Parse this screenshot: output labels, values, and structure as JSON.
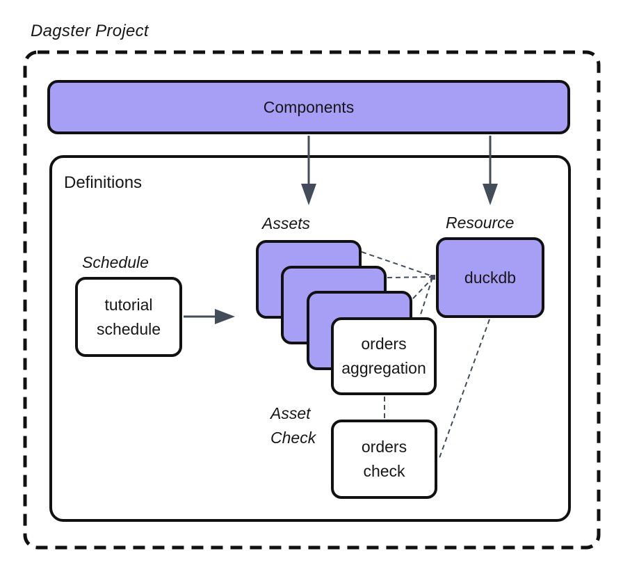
{
  "colors": {
    "purple": "#a79ef5",
    "outline": "#111111",
    "connector": "#434c59",
    "text": "#161616"
  },
  "diagram": {
    "title": "Dagster Project",
    "components": {
      "label": "Components"
    },
    "definitions": {
      "label": "Definitions",
      "schedule": {
        "caption": "Schedule",
        "node_label": "tutorial\nschedule"
      },
      "assets": {
        "caption": "Assets",
        "node_label": "orders\naggregation"
      },
      "resource": {
        "caption": "Resource",
        "node_label": "duckdb"
      },
      "asset_check": {
        "caption": "Asset\nCheck",
        "node_label": "orders\ncheck"
      }
    }
  }
}
